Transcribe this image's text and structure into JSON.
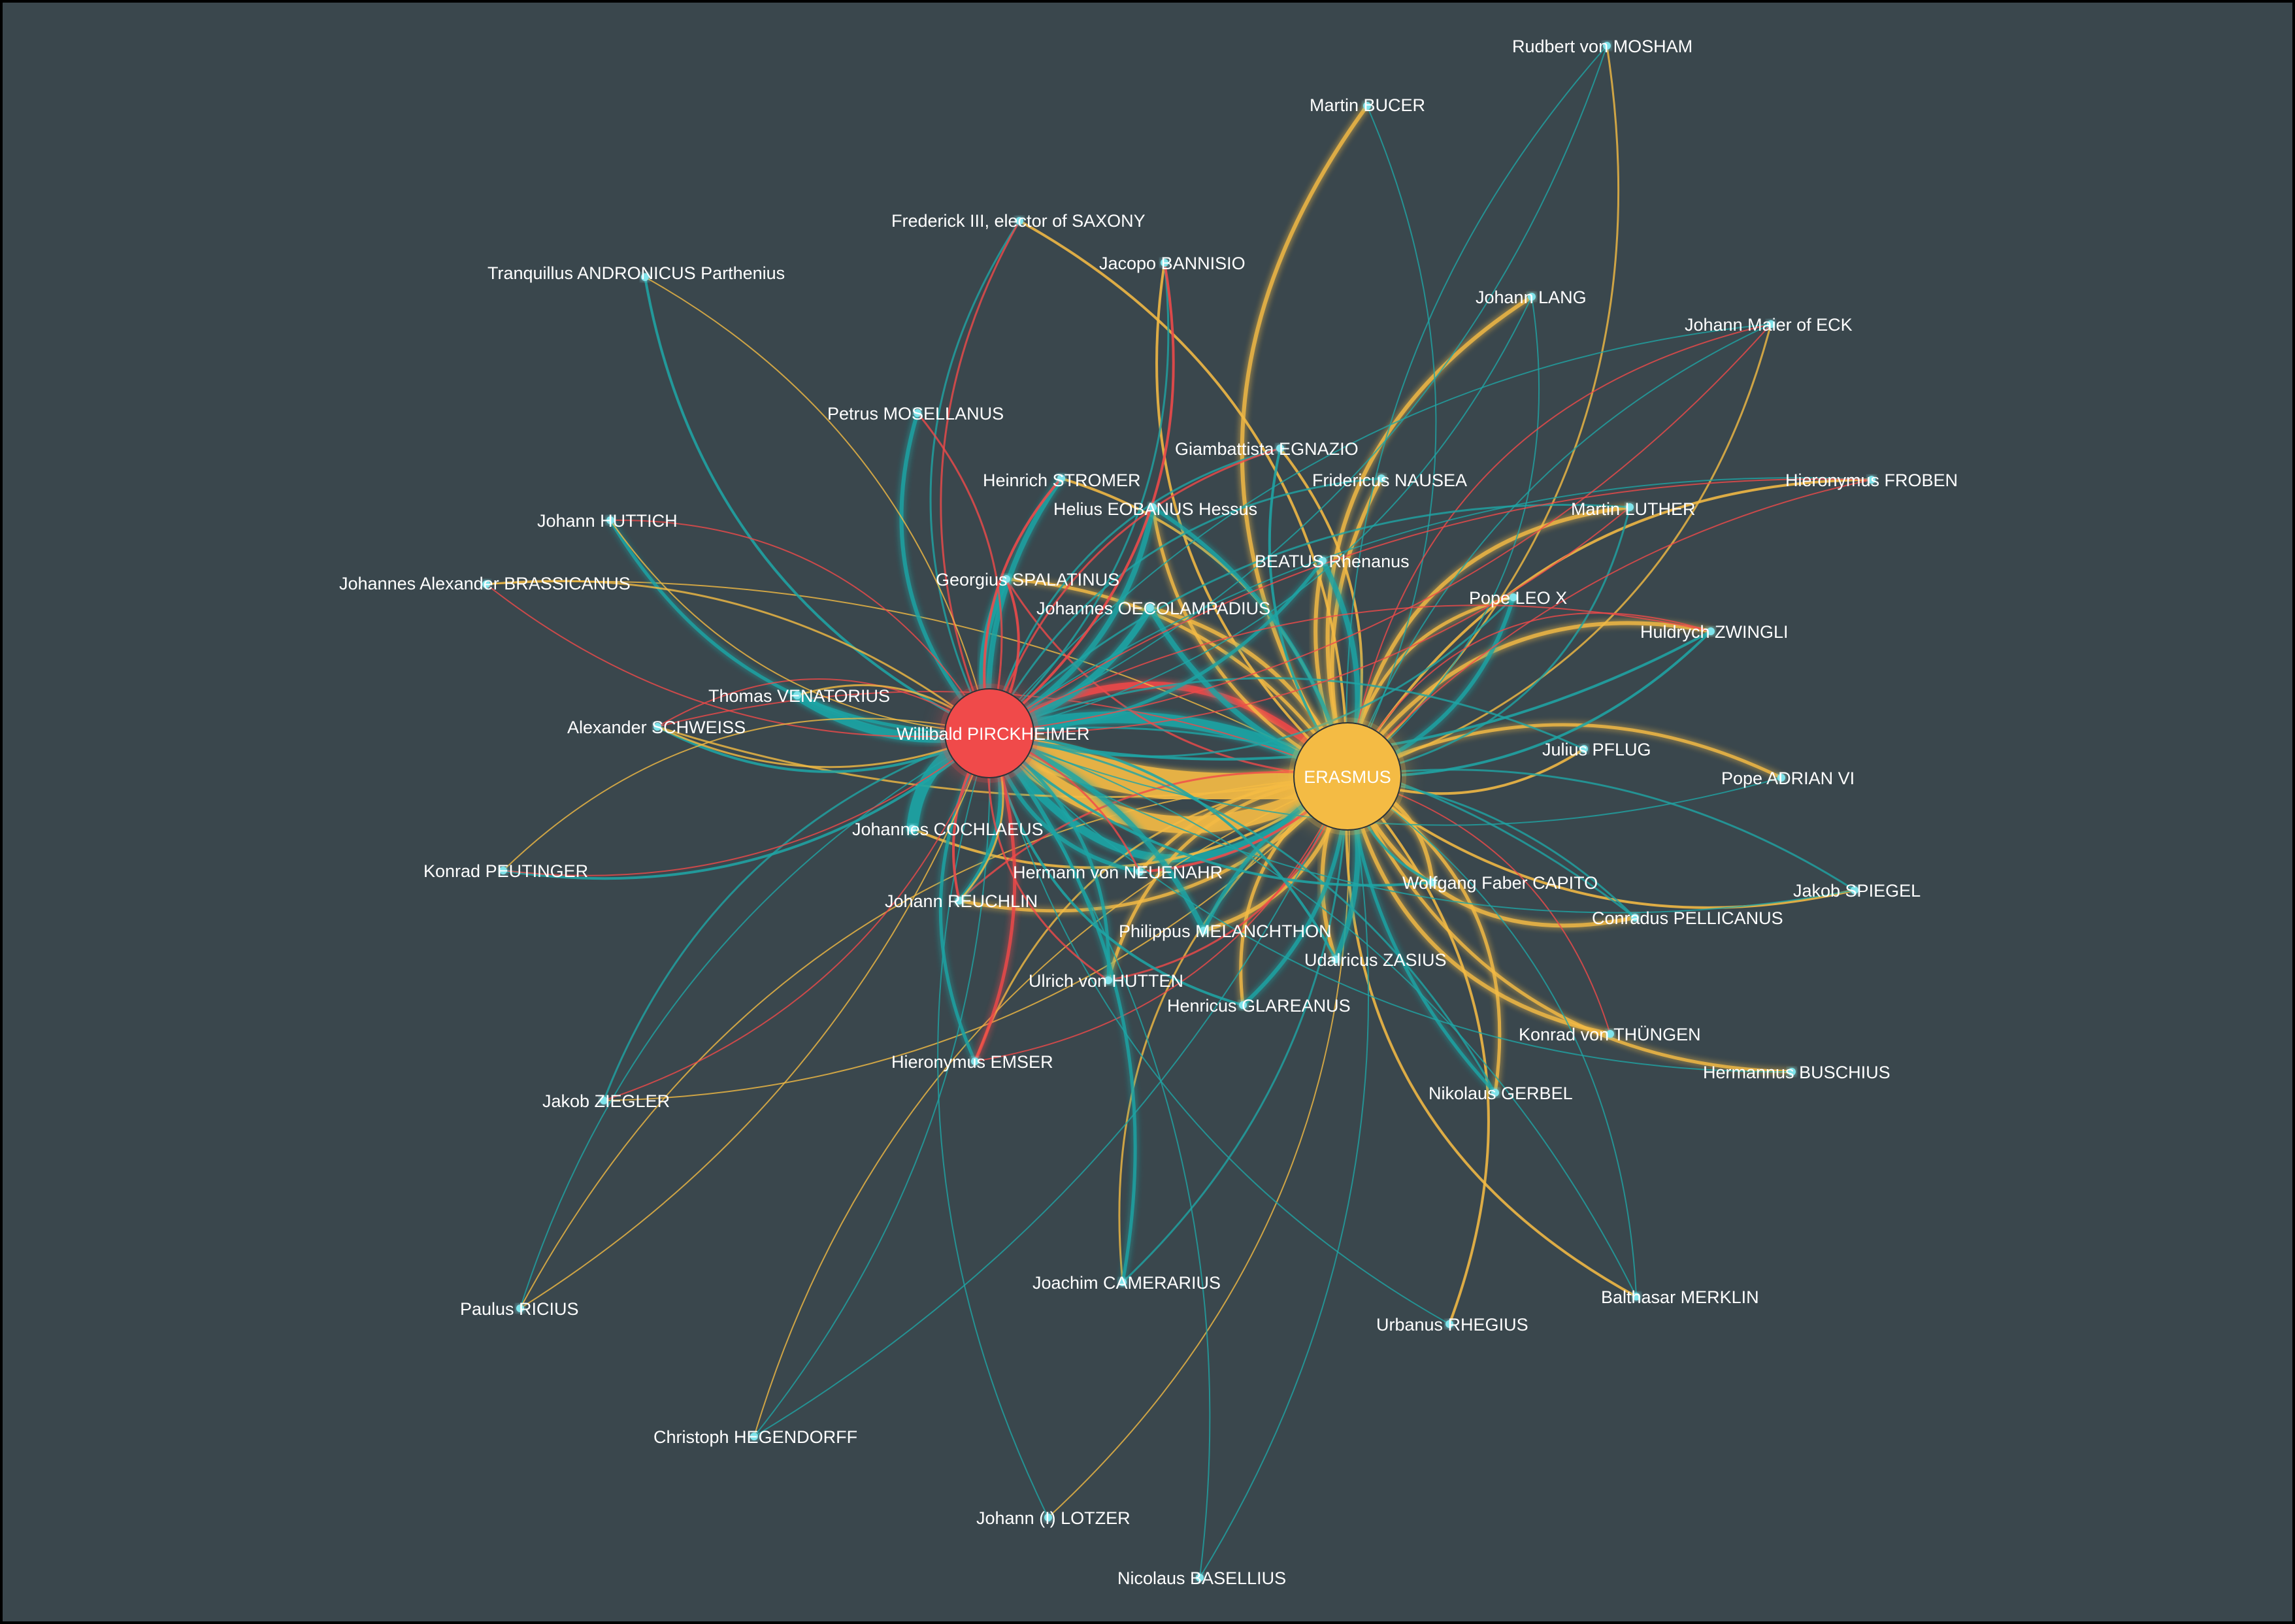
{
  "colors": {
    "background": "#3a474d",
    "teal": "#1fa5a5",
    "yellow": "#f4bb44",
    "red": "#f04a4a",
    "node_dot": "#7fe3ea",
    "label": "#ffffff"
  },
  "hubs": [
    {
      "id": "pirckheimer",
      "label": "Willibald PIRCKHEIMER",
      "color": "#f04a4a"
    },
    {
      "id": "erasmus",
      "label": "ERASMUS",
      "color": "#f4bb44"
    }
  ],
  "nodes": [
    {
      "id": "mosham",
      "label": "Rudbert von MOSHAM"
    },
    {
      "id": "bucer",
      "label": "Martin BUCER"
    },
    {
      "id": "frederick",
      "label": "Frederick III, elector of SAXONY"
    },
    {
      "id": "andronicus",
      "label": "Tranquillus ANDRONICUS Parthenius"
    },
    {
      "id": "bannisio",
      "label": "Jacopo BANNISIO"
    },
    {
      "id": "lang",
      "label": "Johann LANG"
    },
    {
      "id": "eck",
      "label": "Johann Maier of ECK"
    },
    {
      "id": "mosellanus",
      "label": "Petrus MOSELLANUS"
    },
    {
      "id": "egnazio",
      "label": "Giambattista EGNAZIO"
    },
    {
      "id": "stromer",
      "label": "Heinrich STROMER"
    },
    {
      "id": "nausea",
      "label": "Fridericus NAUSEA"
    },
    {
      "id": "froben",
      "label": "Hieronymus FROBEN"
    },
    {
      "id": "eobanus",
      "label": "Helius EOBANUS Hessus"
    },
    {
      "id": "luther",
      "label": "Martin LUTHER"
    },
    {
      "id": "huttich",
      "label": "Johann HUTTICH"
    },
    {
      "id": "beatus",
      "label": "BEATUS Rhenanus"
    },
    {
      "id": "brassicanus",
      "label": "Johannes Alexander BRASSICANUS"
    },
    {
      "id": "spalatinus",
      "label": "Georgius SPALATINUS"
    },
    {
      "id": "leo",
      "label": "Pope LEO X"
    },
    {
      "id": "oecolampadius",
      "label": "Johannes OECOLAMPADIUS"
    },
    {
      "id": "zwingli",
      "label": "Huldrych ZWINGLI"
    },
    {
      "id": "venatorius",
      "label": "Thomas VENATORIUS"
    },
    {
      "id": "schweiss",
      "label": "Alexander SCHWEISS"
    },
    {
      "id": "pflug",
      "label": "Julius PFLUG"
    },
    {
      "id": "adrian",
      "label": "Pope ADRIAN VI"
    },
    {
      "id": "cochlaeus",
      "label": "Johannes COCHLAEUS"
    },
    {
      "id": "peutinger",
      "label": "Konrad PEUTINGER"
    },
    {
      "id": "neuenahr",
      "label": "Hermann von NEUENAHR"
    },
    {
      "id": "capito",
      "label": "Wolfgang Faber CAPITO"
    },
    {
      "id": "spiegel",
      "label": "Jakob SPIEGEL"
    },
    {
      "id": "reuchlin",
      "label": "Johann REUCHLIN"
    },
    {
      "id": "pellicanus",
      "label": "Conradus PELLICANUS"
    },
    {
      "id": "melanchthon",
      "label": "Philippus MELANCHTHON"
    },
    {
      "id": "zasius",
      "label": "Udalricus ZASIUS"
    },
    {
      "id": "hutten",
      "label": "Ulrich von HUTTEN"
    },
    {
      "id": "glareanus",
      "label": "Henricus GLAREANUS"
    },
    {
      "id": "thuengen",
      "label": "Konrad von THÜNGEN"
    },
    {
      "id": "emser",
      "label": "Hieronymus EMSER"
    },
    {
      "id": "buschius",
      "label": "Hermannus BUSCHIUS"
    },
    {
      "id": "ziegler",
      "label": "Jakob ZIEGLER"
    },
    {
      "id": "gerbel",
      "label": "Nikolaus GERBEL"
    },
    {
      "id": "camerarius",
      "label": "Joachim CAMERARIUS"
    },
    {
      "id": "merklin",
      "label": "Balthasar MERKLIN"
    },
    {
      "id": "ricius",
      "label": "Paulus RICIUS"
    },
    {
      "id": "rhegius",
      "label": "Urbanus RHEGIUS"
    },
    {
      "id": "hegendorff",
      "label": "Christoph HEGENDORFF"
    },
    {
      "id": "lotzer",
      "label": "Johann (I) LOTZER"
    },
    {
      "id": "basellius",
      "label": "Nicolaus BASELLIUS"
    }
  ]
}
